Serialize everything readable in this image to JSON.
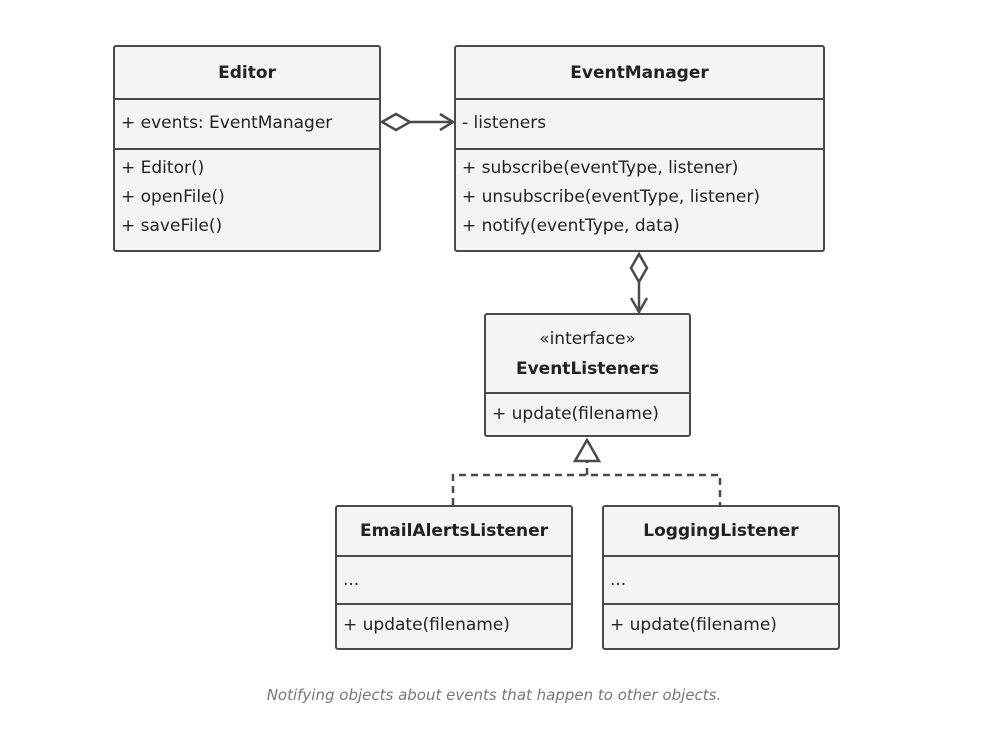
{
  "diagram": {
    "classes": {
      "editor": {
        "name": "Editor",
        "fields": [
          "+ events: EventManager"
        ],
        "methods": [
          "+ Editor()",
          "+ openFile()",
          "+ saveFile()"
        ]
      },
      "event_manager": {
        "name": "EventManager",
        "fields": [
          "- listeners"
        ],
        "methods": [
          "+ subscribe(eventType, listener)",
          "+ unsubscribe(eventType, listener)",
          "+ notify(eventType, data)"
        ]
      },
      "event_listeners": {
        "stereotype": "«interface»",
        "name": "EventListeners",
        "methods": [
          "+ update(filename)"
        ]
      },
      "email_alerts_listener": {
        "name": "EmailAlertsListener",
        "fields": [
          "..."
        ],
        "methods": [
          "+ update(filename)"
        ]
      },
      "logging_listener": {
        "name": "LoggingListener",
        "fields": [
          "..."
        ],
        "methods": [
          "+ update(filename)"
        ]
      }
    },
    "relations": [
      {
        "from": "editor",
        "to": "event_manager",
        "kind": "aggregation"
      },
      {
        "from": "event_manager",
        "to": "event_listeners",
        "kind": "aggregation"
      },
      {
        "from": "email_alerts_listener",
        "to": "event_listeners",
        "kind": "realization"
      },
      {
        "from": "logging_listener",
        "to": "event_listeners",
        "kind": "realization"
      }
    ]
  },
  "caption": "Notifying objects about events that happen to other objects.",
  "colors": {
    "stroke": "#4a4a4a",
    "box_fill": "#f4f4f4",
    "caption_text": "#777777"
  }
}
